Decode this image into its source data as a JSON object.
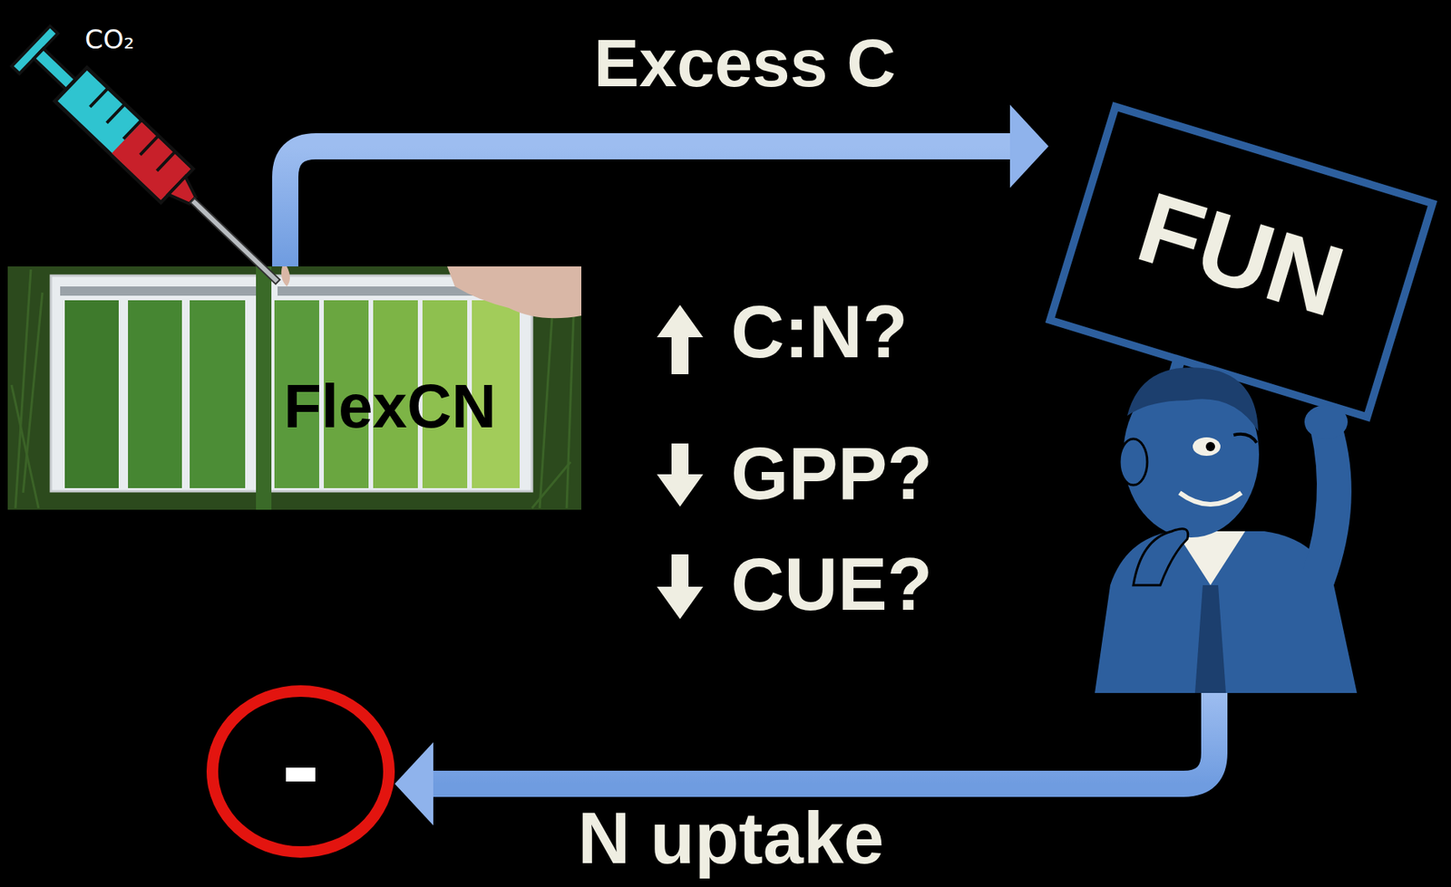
{
  "diagram": {
    "nodes": [
      {
        "text": [
          "FlexCN"
        ]
      },
      {
        "text": [
          "FUN"
        ]
      },
      {
        "text": [
          "-"
        ]
      }
    ],
    "edges": [
      {
        "from": 0,
        "to": 1,
        "arrow": "to",
        "label": "Excess C"
      },
      {
        "from": 1,
        "to": 2,
        "arrow": "to",
        "label": "N uptake"
      }
    ],
    "labels": [
      "CO₂",
      "C:N?",
      "GPP?",
      "CUE?"
    ]
  }
}
